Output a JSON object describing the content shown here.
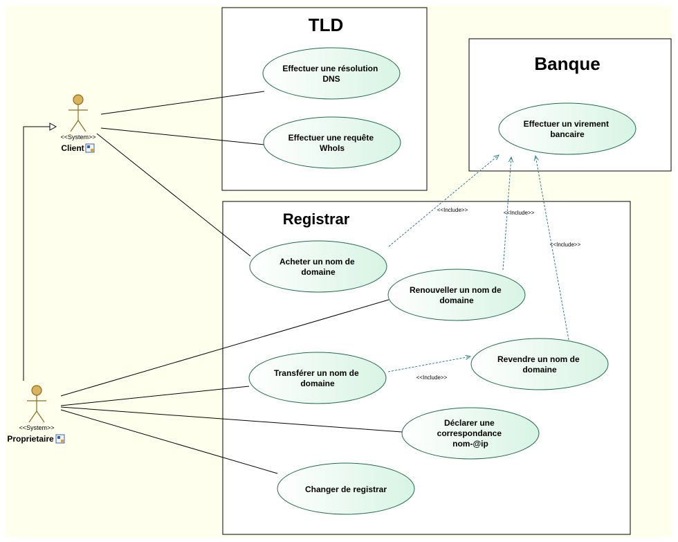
{
  "colors": {
    "canvas": "#ffffee",
    "system_box": "#ffffff",
    "actor_fill": "#d9b45a",
    "actor_stroke": "#8a6a1e",
    "usecase_fill_start": "#ffffff",
    "usecase_fill_end": "#d8f4e4",
    "usecase_stroke": "#1f6b4b",
    "include_line": "#2c7a8f",
    "association_line": "#000000"
  },
  "systems": {
    "tld": {
      "title": "TLD"
    },
    "banque": {
      "title": "Banque"
    },
    "registrar": {
      "title": "Registrar"
    }
  },
  "actors": {
    "client": {
      "stereotype": "<<System>>",
      "name": "Client",
      "icon": "actor-badge-icon"
    },
    "proprietaire": {
      "stereotype": "<<System>>",
      "name": "Proprietaire",
      "icon": "actor-badge-icon"
    }
  },
  "use_cases": {
    "resolution_dns": {
      "lines": [
        "Effectuer une résolution",
        "DNS"
      ]
    },
    "requete_whois": {
      "lines": [
        "Effectuer une requête",
        "WhoIs"
      ]
    },
    "virement": {
      "lines": [
        "Effectuer un virement",
        "bancaire"
      ]
    },
    "acheter": {
      "lines": [
        "Acheter un nom de",
        "domaine"
      ]
    },
    "renouveller": {
      "lines": [
        "Renouveller un nom de",
        "domaine"
      ]
    },
    "transferer": {
      "lines": [
        "Transférer un nom de",
        "domaine"
      ]
    },
    "revendre": {
      "lines": [
        "Revendre un nom de",
        "domaine"
      ]
    },
    "declarer": {
      "lines": [
        "Déclarer une",
        "correspondance",
        "nom-@ip"
      ]
    },
    "changer": {
      "lines": [
        "Changer de registrar"
      ]
    }
  },
  "include_labels": {
    "acheter": "<<Include>>",
    "renouveller": "<<Include>>",
    "revendre_virement": "<<Include>>",
    "transferer_revendre": "<<Include>>"
  }
}
